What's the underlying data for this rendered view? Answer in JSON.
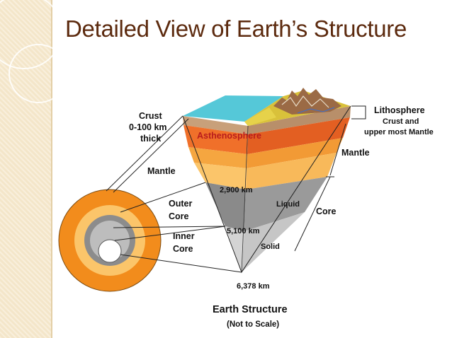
{
  "title": "Detailed View of Earth’s Structure",
  "labels": {
    "crust": "Crust",
    "crust_thickness": "0-100 km",
    "crust_thick": "thick",
    "asthenosphere": "Asthenosphere",
    "mantle_left": "Mantle",
    "mantle_right": "Mantle",
    "outer_core_1": "Outer",
    "outer_core_2": "Core",
    "inner_core_1": "Inner",
    "inner_core_2": "Core",
    "depth_2900": "2,900 km",
    "depth_5100": "5,100 km",
    "depth_6378": "6,378 km",
    "liquid": "Liquid",
    "solid": "Solid",
    "core": "Core",
    "lithosphere": "Lithosphere",
    "lithosphere_desc_1": "Crust and",
    "lithosphere_desc_2": "upper most Mantle"
  },
  "caption": {
    "title": "Earth Structure",
    "subtitle": "(Not to Scale)"
  },
  "colors": {
    "title": "#5c2a0e",
    "ocean": "#55c8d8",
    "land": "#d9c13a",
    "crust": "#c8a07a",
    "asthenosphere": "#f0702a",
    "upper_mantle": "#f5a640",
    "lower_mantle": "#fbc56a",
    "outer_core": "#8a8a8a",
    "inner_core": "#cfcfcf",
    "sphere_outer": "#f28c1c"
  }
}
